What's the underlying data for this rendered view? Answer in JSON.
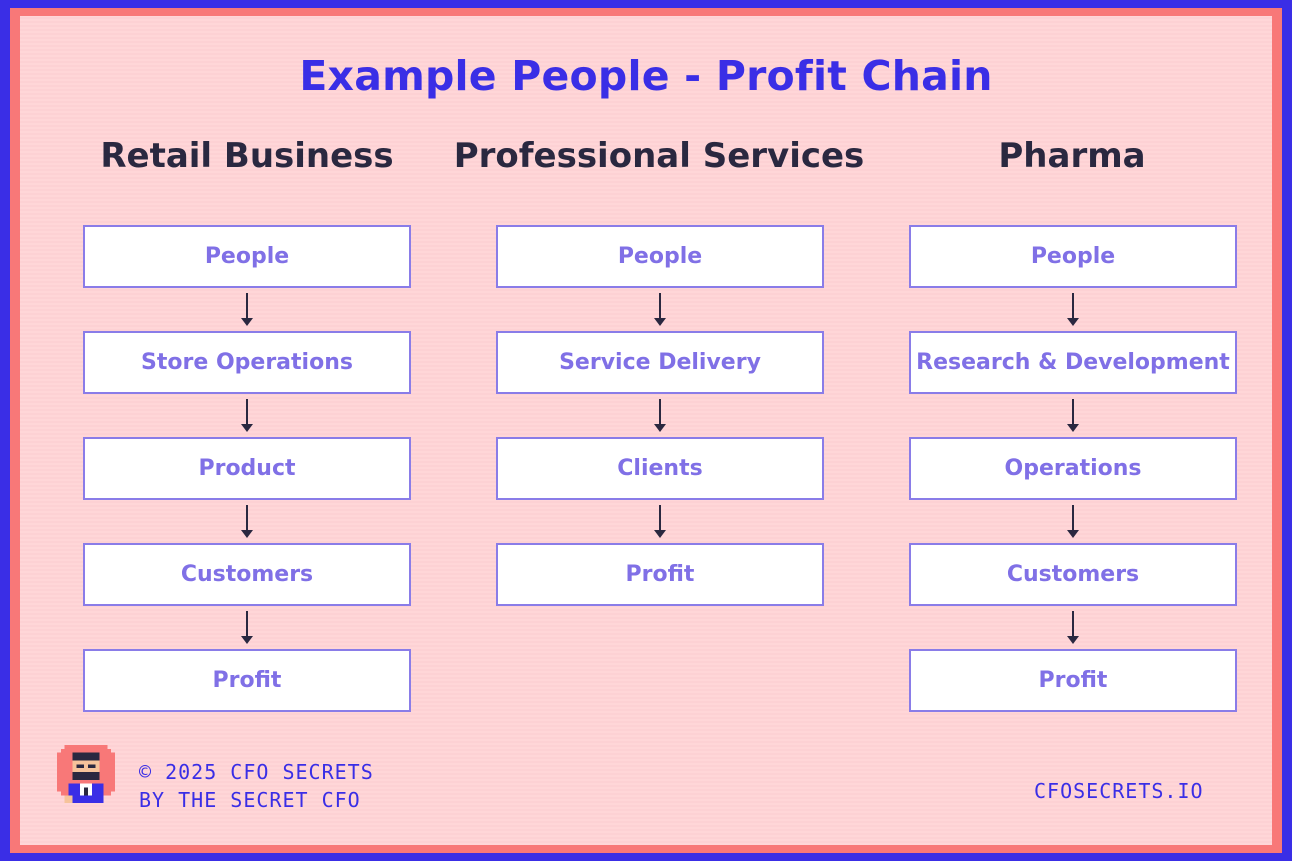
{
  "title": "Example People - Profit Chain",
  "columns": [
    {
      "heading": "Retail Business",
      "steps": [
        "People",
        "Store Operations",
        "Product",
        "Customers",
        "Profit"
      ]
    },
    {
      "heading": "Professional Services",
      "steps": [
        "People",
        "Service Delivery",
        "Clients",
        "Profit"
      ]
    },
    {
      "heading": "Pharma",
      "steps": [
        "People",
        "Research & Development",
        "Operations",
        "Customers",
        "Profit"
      ]
    }
  ],
  "footer": {
    "copyright": "© 2025 CFO SECRETS",
    "byline": "BY THE SECRET CFO",
    "website": "CFOSECRETS.IO",
    "logo_icon": "pixel-avatar-icon"
  },
  "colors": {
    "accent": "#3a2ee6",
    "frame": "#f87878",
    "background": "#ffd6d8",
    "box_border": "#8a7ce8",
    "box_text": "#8070e6",
    "heading_text": "#2a2840"
  }
}
